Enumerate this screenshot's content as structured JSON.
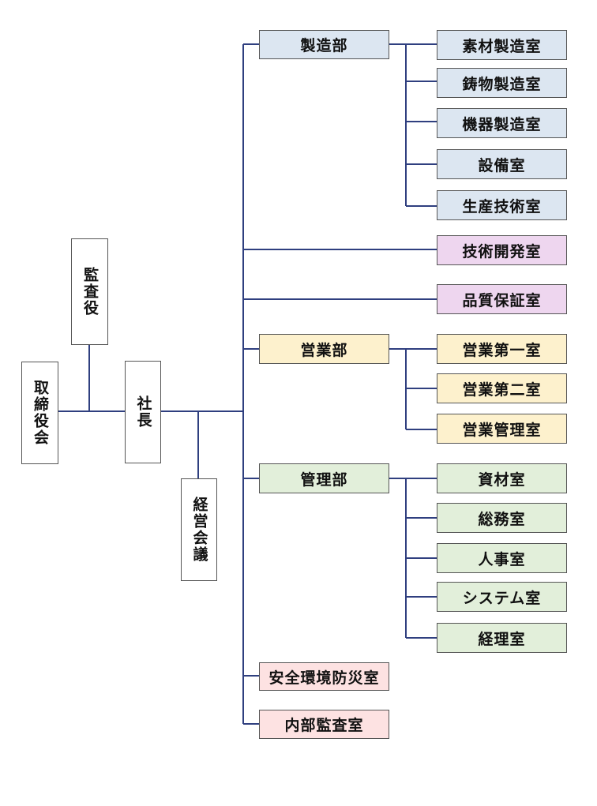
{
  "colors": {
    "line": "#2f3f7f",
    "manufacturing": "#dce6f1",
    "technical": "#eed6ef",
    "sales": "#fdf1cd",
    "admin": "#e2efda",
    "safety": "#fde2e2"
  },
  "top": {
    "board": "取締役会",
    "auditor": "監査役",
    "president": "社長",
    "management_council": "経営会議"
  },
  "departments": {
    "manufacturing": {
      "label": "製造部",
      "rooms": [
        "素材製造室",
        "鋳物製造室",
        "機器製造室",
        "設備室",
        "生産技術室"
      ]
    },
    "technical_development": "技術開発室",
    "quality_assurance": "品質保証室",
    "sales": {
      "label": "営業部",
      "rooms": [
        "営業第一室",
        "営業第二室",
        "営業管理室"
      ]
    },
    "administration": {
      "label": "管理部",
      "rooms": [
        "資材室",
        "総務室",
        "人事室",
        "システム室",
        "経理室"
      ]
    },
    "safety_environment": "安全環境防災室",
    "internal_audit": "内部監査室"
  }
}
